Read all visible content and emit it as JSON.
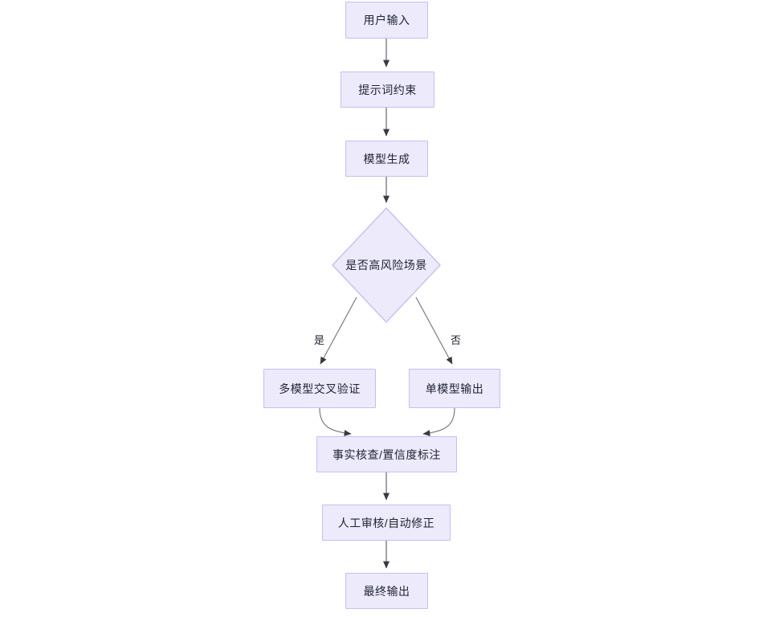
{
  "diagram": {
    "type": "flowchart",
    "direction": "top-to-bottom",
    "title": "",
    "theme": {
      "node_fill": "#ECEAFB",
      "node_stroke": "#C8BEF0",
      "edge_stroke": "#8c8c96",
      "text_color": "#1f2330",
      "background": "#ffffff"
    },
    "nodes": [
      {
        "id": "n1",
        "shape": "rect",
        "label": "用户输入"
      },
      {
        "id": "n2",
        "shape": "rect",
        "label": "提示词约束"
      },
      {
        "id": "n3",
        "shape": "rect",
        "label": "模型生成"
      },
      {
        "id": "n4",
        "shape": "diamond",
        "label": "是否高风险场景"
      },
      {
        "id": "n5",
        "shape": "rect",
        "label": "多模型交叉验证"
      },
      {
        "id": "n6",
        "shape": "rect",
        "label": "单模型输出"
      },
      {
        "id": "n7",
        "shape": "rect",
        "label": "事实核查/置信度标注"
      },
      {
        "id": "n8",
        "shape": "rect",
        "label": "人工审核/自动修正"
      },
      {
        "id": "n9",
        "shape": "rect",
        "label": "最终输出"
      }
    ],
    "edges": [
      {
        "from": "n1",
        "to": "n2",
        "label": ""
      },
      {
        "from": "n2",
        "to": "n3",
        "label": ""
      },
      {
        "from": "n3",
        "to": "n4",
        "label": ""
      },
      {
        "from": "n4",
        "to": "n5",
        "label": "是"
      },
      {
        "from": "n4",
        "to": "n6",
        "label": "否"
      },
      {
        "from": "n5",
        "to": "n7",
        "label": ""
      },
      {
        "from": "n6",
        "to": "n7",
        "label": ""
      },
      {
        "from": "n7",
        "to": "n8",
        "label": ""
      },
      {
        "from": "n8",
        "to": "n9",
        "label": ""
      }
    ],
    "edge_labels": {
      "yes": "是",
      "no": "否"
    }
  }
}
